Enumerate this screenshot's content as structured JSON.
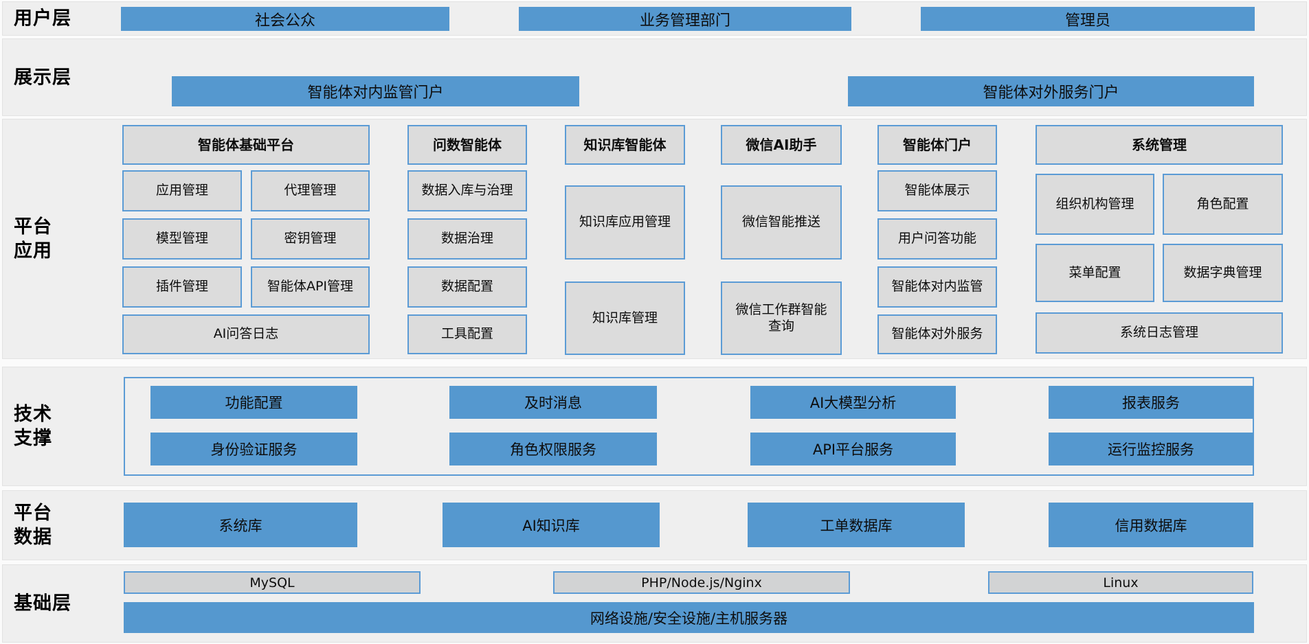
{
  "colors": {
    "accent_blue": "#5598cf",
    "box_border_blue": "#5b9bd5",
    "box_gray": "#dcdcdc",
    "band_gray": "#efefef"
  },
  "layers": {
    "user": {
      "label": "用户层",
      "bars": [
        "社会公众",
        "业务管理部门",
        "管理员"
      ]
    },
    "display": {
      "label": "展示层",
      "bars": [
        "智能体对内监管门户",
        "智能体对外服务门户"
      ]
    },
    "platform_app": {
      "label": "平台\n应用",
      "columns": [
        {
          "header": "智能体基础平台",
          "items": [
            "应用管理",
            "代理管理",
            "模型管理",
            "密钥管理",
            "插件管理",
            "智能体API管理",
            "AI问答日志"
          ]
        },
        {
          "header": "问数智能体",
          "items": [
            "数据入库与治理",
            "数据治理",
            "数据配置",
            "工具配置"
          ]
        },
        {
          "header": "知识库智能体",
          "items": [
            "知识库应用管理",
            "知识库管理"
          ]
        },
        {
          "header": "微信AI助手",
          "items": [
            "微信智能推送",
            "微信工作群智能查询"
          ]
        },
        {
          "header": "智能体门户",
          "items": [
            "智能体展示",
            "用户问答功能",
            "智能体对内监管",
            "智能体对外服务"
          ]
        },
        {
          "header": "系统管理",
          "items": [
            "组织机构管理",
            "角色配置",
            "菜单配置",
            "数据字典管理",
            "系统日志管理"
          ]
        }
      ]
    },
    "tech_support": {
      "label": "技术\n支撑",
      "bars": [
        "功能配置",
        "及时消息",
        "AI大模型分析",
        "报表服务",
        "身份验证服务",
        "角色权限服务",
        "API平台服务",
        "运行监控服务"
      ]
    },
    "platform_data": {
      "label": "平台\n数据",
      "bars": [
        "系统库",
        "AI知识库",
        "工单数据库",
        "信用数据库"
      ]
    },
    "infrastructure": {
      "label": "基础层",
      "gray_bars": [
        "MySQL",
        "PHP/Node.js/Nginx",
        "Linux"
      ],
      "blue_bar": "网络设施/安全设施/主机服务器"
    }
  }
}
